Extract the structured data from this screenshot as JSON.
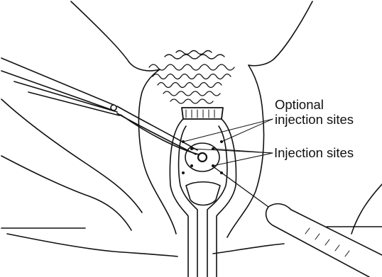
{
  "labels": {
    "optional_line1": "Optional",
    "optional_line2": "injection sites",
    "injection": "Injection sites"
  },
  "colors": {
    "ink": "#111111",
    "background": "#ffffff"
  }
}
